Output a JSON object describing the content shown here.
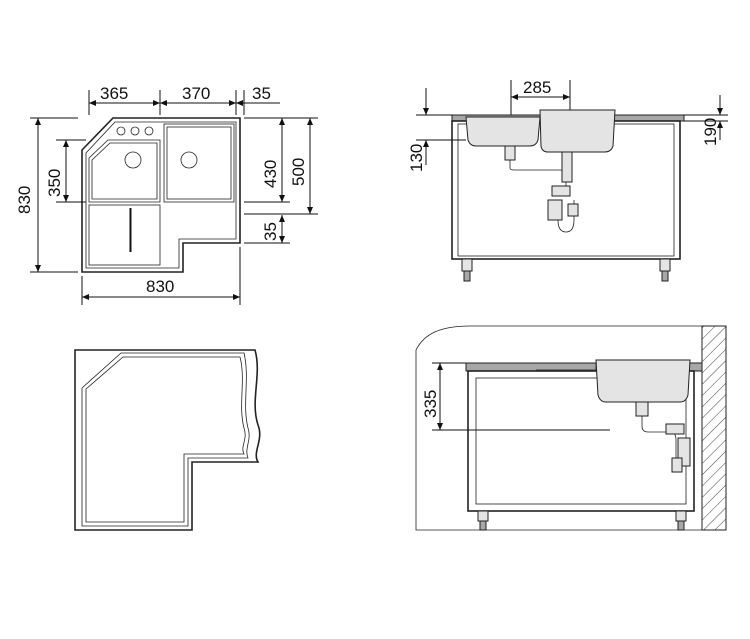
{
  "top_view": {
    "dim_left_bowl": "365",
    "dim_right_bowl": "370",
    "dim_edge": "35",
    "dim_total_height": "830",
    "dim_bowl_depth": "350",
    "dim_right_depth": "430",
    "dim_depth": "500",
    "dim_bottom_edge": "35",
    "dim_total_width": "830"
  },
  "front_view": {
    "dim_bowl_spacing": "285",
    "dim_bowl_depth": "130",
    "dim_cabinet_depth": "190"
  },
  "side_view": {
    "dim_drain_height": "335"
  },
  "colors": {
    "line": "#111111",
    "gray": "#a7a7a7",
    "light": "#e4e4e4"
  }
}
